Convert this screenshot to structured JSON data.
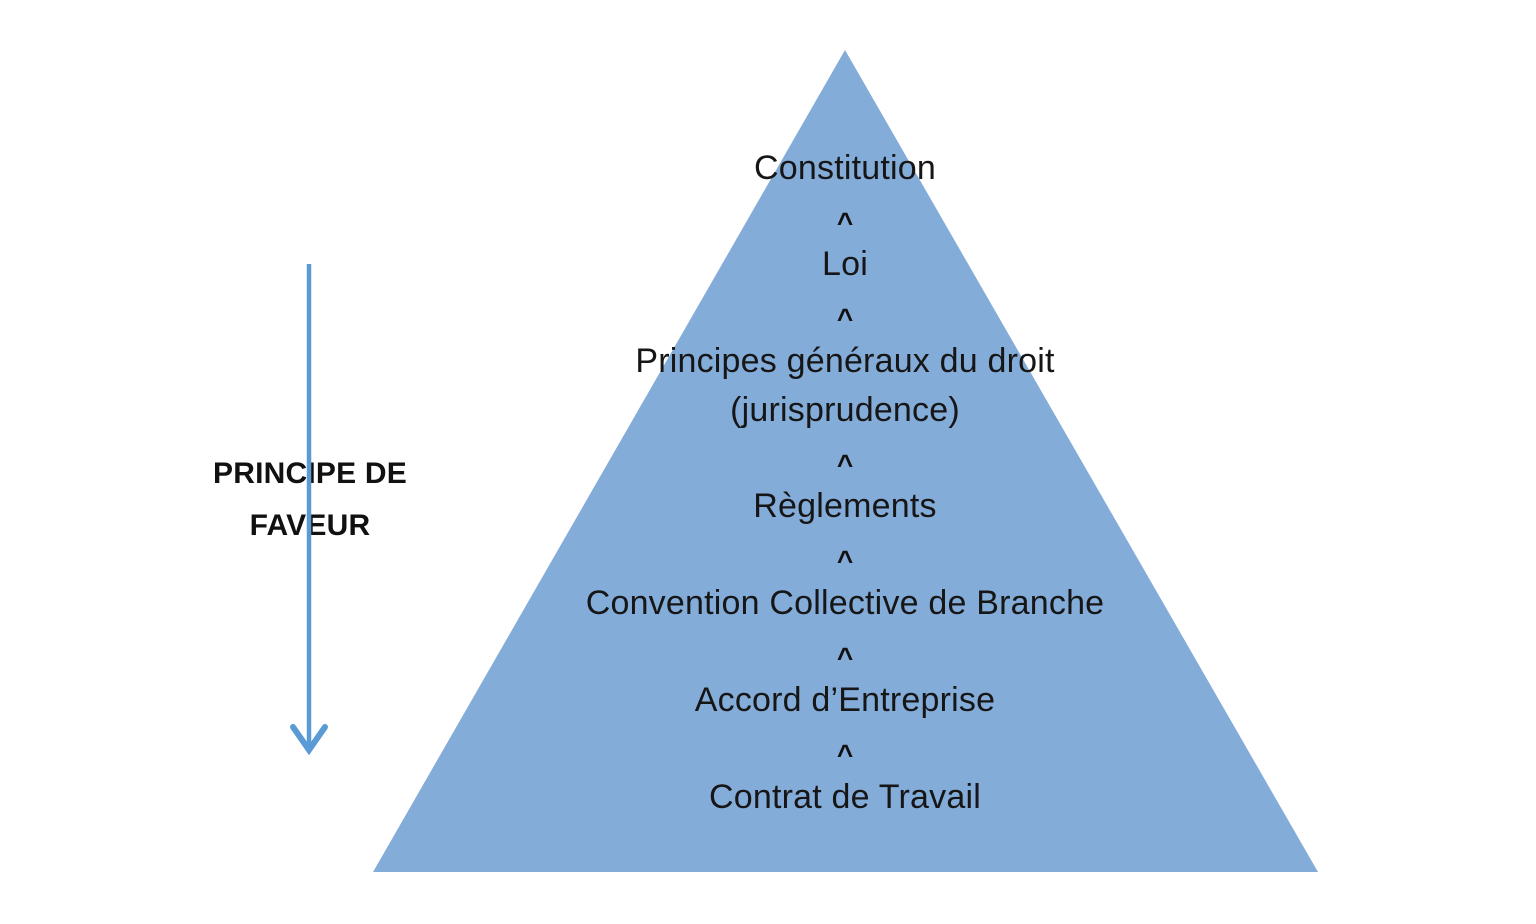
{
  "colors": {
    "pyramid_fill": "#84ACD9",
    "arrow_stroke": "#5B9BD5",
    "text": "#161616"
  },
  "pyramid": {
    "separator": "^",
    "levels": [
      {
        "label": "Constitution"
      },
      {
        "label": "Loi"
      },
      {
        "label": "Principes généraux du droit",
        "sublabel": "(jurisprudence)"
      },
      {
        "label": "Règlements"
      },
      {
        "label": "Convention Collective de Branche"
      },
      {
        "label": "Accord d’Entreprise"
      },
      {
        "label": "Contrat de Travail"
      }
    ]
  },
  "left_annotation": {
    "line1": "PRINCIPE DE",
    "line2": "FAVEUR",
    "arrow_direction": "down"
  }
}
